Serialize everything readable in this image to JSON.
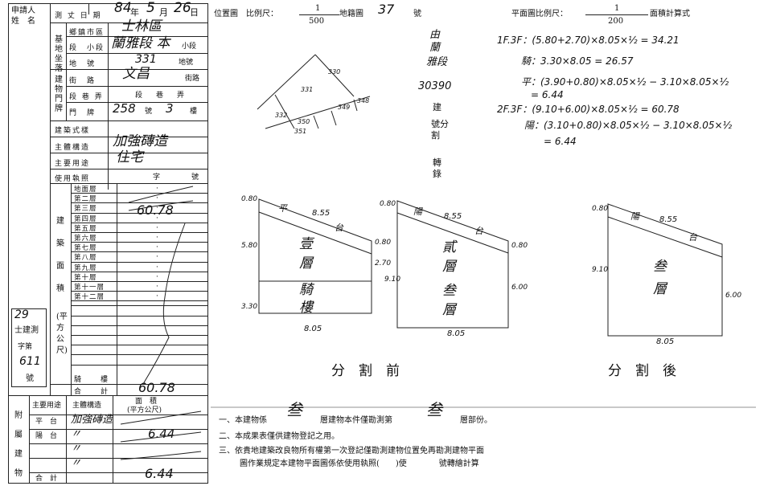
{
  "applicant": {
    "label_line1": "申請人",
    "label_line2": "姓　名"
  },
  "survey_date": {
    "label": "測 丈 日 期",
    "year": "84",
    "year_unit": "年",
    "month": "5",
    "month_unit": "月",
    "day": "26",
    "day_unit": "日"
  },
  "location": {
    "group_label": "基地坐落",
    "district_label": "鄉鎮市區",
    "district_value": "士林區",
    "section_label": "段　小段",
    "section_value": "蘭雅段 本",
    "section_suffix": "小段",
    "lot_label": "地　號",
    "lot_value": "331",
    "lot_suffix": "地號"
  },
  "doorplate": {
    "group_label": "建物門牌",
    "street_label": "街　路",
    "street_value": "文昌",
    "street_suffix": "街路",
    "lane_label": "段 巷 弄",
    "lane_value": "段　巷　弄",
    "number_label": "門　牌",
    "number_value": "258",
    "number_unit": "號",
    "floor_value": "3",
    "floor_unit": "樓"
  },
  "building": {
    "type_label": "建築式樣",
    "type_value": "",
    "structure_label": "主體構造",
    "structure_value": "加強磚造",
    "use_label": "主要用途",
    "use_value": "住宅",
    "permit_label": "使用執照",
    "permit_mid": "字",
    "permit_end": "號"
  },
  "floor_area": {
    "group_label": "建　築　面　積",
    "unit_label": "(平方公尺)",
    "floors": [
      "地面層",
      "第二層",
      "第三層",
      "第四層",
      "第五層",
      "第六層",
      "第七層",
      "第八層",
      "第九層",
      "第十層",
      "第十一層",
      "第十二層"
    ],
    "third_floor_value": "60.78",
    "stairwell_label": "騎　　樓",
    "total_label": "合　　計",
    "total_value": "60.78"
  },
  "building_no": {
    "line1": "29",
    "line2": "士建測",
    "line3": "字第",
    "line4": "611",
    "line5": "號"
  },
  "appurtenance": {
    "group_label": "附屬建物",
    "col_use": "主要用途",
    "col_structure": "主體構造",
    "col_area": "面　積",
    "col_area_unit": "(平方公尺)",
    "rows": [
      {
        "use": "平　台",
        "structure": "加強磚造",
        "area": ""
      },
      {
        "use": "陽　台",
        "structure": "〃",
        "area": "6.44"
      },
      {
        "use": "",
        "structure": "〃",
        "area": ""
      },
      {
        "use": "",
        "structure": "〃",
        "area": ""
      }
    ],
    "total_label": "合　計",
    "total_value": "6.44"
  },
  "header": {
    "location_map_label": "位置圖　比例尺：",
    "location_scale_num": "1",
    "location_scale_den": "500",
    "map_no_label": "地籍圖",
    "map_no_value": "37",
    "map_no_suffix": "號",
    "plan_scale_label": "平面圖比例尺：",
    "plan_scale_num": "1",
    "plan_scale_den": "200",
    "area_calc_label": "面積計算式"
  },
  "location_map": {
    "lots": [
      "330",
      "331",
      "332",
      "350",
      "349",
      "348",
      "351"
    ]
  },
  "stamp": {
    "line1": "由",
    "line2": "蘭",
    "line3": "雅段",
    "line4": "30390",
    "line5": "建",
    "line6": "號分割",
    "line7": "轉錄"
  },
  "calculations": [
    "1F.3F：(5.80+2.70)×8.05×½ = 34.21",
    "騎：3.30×8.05 = 26.57",
    "平：(3.90+0.80)×8.05×½ − 3.10×8.05×½",
    "= 6.44",
    "2F.3F：(9.10+6.00)×8.05×½ = 60.78",
    "陽：(3.10+0.80)×8.05×½ − 3.10×8.05×½",
    "= 6.44"
  ],
  "plans": {
    "before": {
      "p1": {
        "top": "8.55",
        "top_label": "平",
        "top_side": "台",
        "left_top": "0.80",
        "left_mid": "5.80",
        "left_bot": "3.30",
        "right": "0.80",
        "right_mid": "2.70",
        "bottom": "8.05",
        "room_upper": "壹層",
        "room_lower": "騎樓"
      },
      "p2": {
        "top": "8.55",
        "top_label": "陽",
        "top_side": "台",
        "left_top": "0.80",
        "left_mid": "9.10",
        "right": "0.80",
        "right_mid": "6.00",
        "bottom": "8.05",
        "room_upper": "貳層",
        "room_lower": "叁層"
      },
      "caption": "分　割　前"
    },
    "after": {
      "p3": {
        "top": "8.55",
        "top_label": "陽",
        "top_side": "台",
        "left_top": "0.80",
        "left_mid": "9.10",
        "right_mid": "6.00",
        "bottom": "8.05",
        "room": "叁層"
      },
      "caption": "分　割　後"
    }
  },
  "notes": {
    "n1_a": "一、本建物係",
    "n1_b": "叁",
    "n1_c": "層建物本件僅勘測第",
    "n1_d": "叁",
    "n1_e": "層部份。",
    "n2": "二、本成果表僅供建物登記之用。",
    "n3_line1": "三、依貴地建築改良物所有權第一次登記僅勘測建物位置免再勘測建物平面",
    "n3_line2": "圖作業規定本建物平面圖係依使用執照(　　)使　　　　號轉繪計算"
  }
}
